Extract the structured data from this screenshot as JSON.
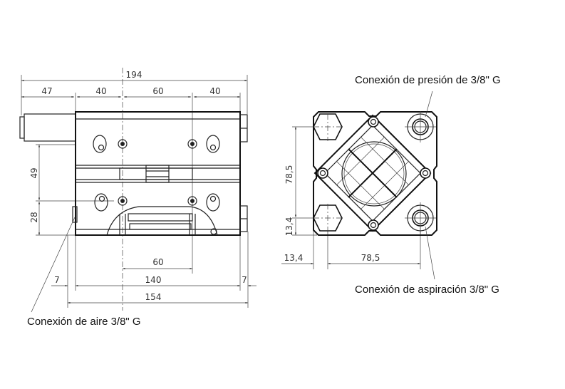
{
  "side_view": {
    "dims": {
      "overall_width": "194",
      "seg_1": "47",
      "seg_2": "40",
      "seg_3": "60",
      "seg_4": "40",
      "height_upper": "49",
      "height_lower": "28",
      "bottom_hole_spacing": "60",
      "base_length": "140",
      "left_offset": "7",
      "right_offset": "7",
      "total_base": "154"
    },
    "callout": "Conexión de aire 3/8\" G"
  },
  "front_view": {
    "dims": {
      "vertical_spacing": "78,5",
      "vertical_offset": "13,4",
      "horizontal_offset": "13,4",
      "horizontal_spacing": "78,5"
    },
    "callout_pressure": "Conexión de presión de 3/8\" G",
    "callout_suction": "Conexión de aspiración 3/8\" G"
  }
}
